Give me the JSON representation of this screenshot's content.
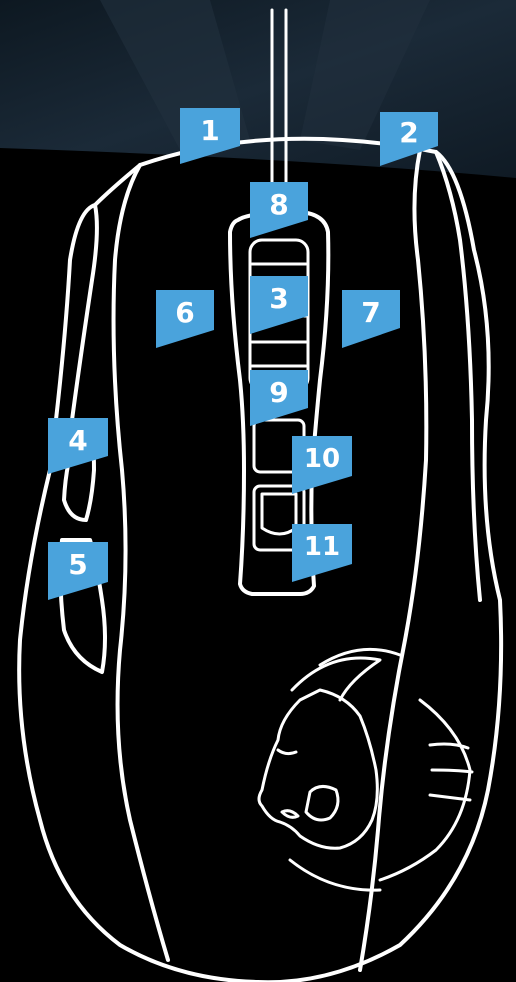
{
  "diagram": {
    "labels": [
      {
        "id": "1",
        "text": "1"
      },
      {
        "id": "2",
        "text": "2"
      },
      {
        "id": "3",
        "text": "3"
      },
      {
        "id": "4",
        "text": "4"
      },
      {
        "id": "5",
        "text": "5"
      },
      {
        "id": "6",
        "text": "6"
      },
      {
        "id": "7",
        "text": "7"
      },
      {
        "id": "8",
        "text": "8"
      },
      {
        "id": "9",
        "text": "9"
      },
      {
        "id": "10",
        "text": "10"
      },
      {
        "id": "11",
        "text": "11"
      }
    ],
    "colors": {
      "background_top": "#1b2a38",
      "background": "#000000",
      "outline": "#ffffff",
      "label_tag": "#4aa3dc",
      "label_text": "#ffffff"
    },
    "logo": "panther-head-icon"
  }
}
